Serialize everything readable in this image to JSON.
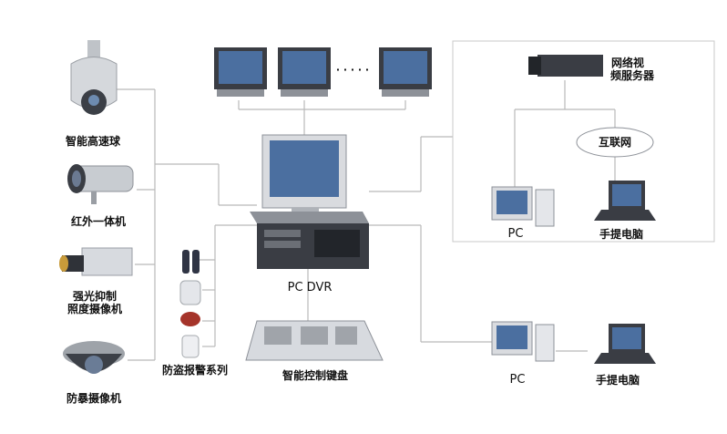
{
  "labels": {
    "speed_dome": "智能高速球",
    "ir_camera": "红外一体机",
    "low_light_line1": "强光抑制",
    "low_light_line2": "照度摄像机",
    "dome_camera": "防暴摄像机",
    "alarm_series": "防盗报警系列",
    "pc_dvr": "PC DVR",
    "keyboard": "智能控制键盘",
    "web_server_line1": "网络视",
    "web_server_line2": "频服务器",
    "internet": "互联网",
    "pc_top": "PC",
    "laptop_top": "手提电脑",
    "pc_bottom": "PC",
    "laptop_bottom": "手提电脑",
    "ellipsis": "· · · · ·"
  },
  "colors": {
    "line": "#b9b9b9",
    "device_dark": "#3a3d44",
    "device_mid": "#8d9198",
    "device_light": "#d9dbdf",
    "screen": "#4b6fa0"
  }
}
